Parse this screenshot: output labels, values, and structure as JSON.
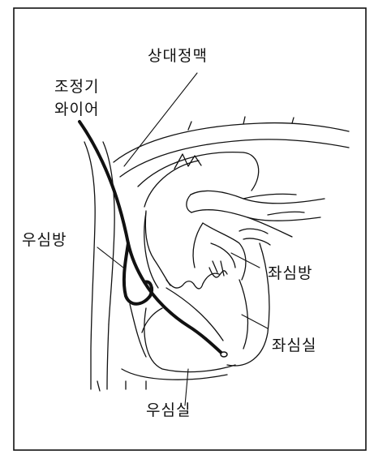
{
  "labels": {
    "svc": "상대정맥",
    "wire_line1": "조정기",
    "wire_line2": "와이어",
    "ra": "우심방",
    "la": "좌심방",
    "lv": "좌심실",
    "rv": "우심실"
  },
  "colors": {
    "line": "#111111",
    "background": "#ffffff"
  }
}
